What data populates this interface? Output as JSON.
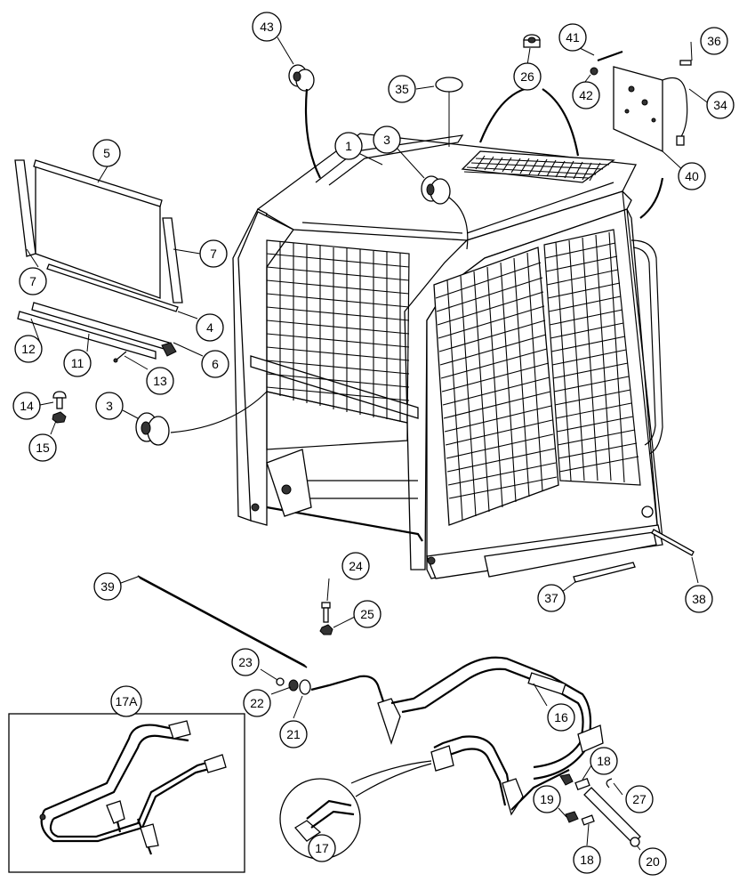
{
  "callouts": [
    {
      "id": "c43",
      "label": "43"
    },
    {
      "id": "c26",
      "label": "26"
    },
    {
      "id": "c41",
      "label": "41"
    },
    {
      "id": "c36",
      "label": "36"
    },
    {
      "id": "c35",
      "label": "35"
    },
    {
      "id": "c42",
      "label": "42"
    },
    {
      "id": "c34",
      "label": "34"
    },
    {
      "id": "c1",
      "label": "1"
    },
    {
      "id": "c3a",
      "label": "3"
    },
    {
      "id": "c5",
      "label": "5"
    },
    {
      "id": "c40",
      "label": "40"
    },
    {
      "id": "c7a",
      "label": "7"
    },
    {
      "id": "c7b",
      "label": "7"
    },
    {
      "id": "c4",
      "label": "4"
    },
    {
      "id": "c12",
      "label": "12"
    },
    {
      "id": "c11",
      "label": "11"
    },
    {
      "id": "c6",
      "label": "6"
    },
    {
      "id": "c13",
      "label": "13"
    },
    {
      "id": "c14",
      "label": "14"
    },
    {
      "id": "c3b",
      "label": "3"
    },
    {
      "id": "c15",
      "label": "15"
    },
    {
      "id": "c24",
      "label": "24"
    },
    {
      "id": "c39",
      "label": "39"
    },
    {
      "id": "c25",
      "label": "25"
    },
    {
      "id": "c37",
      "label": "37"
    },
    {
      "id": "c38",
      "label": "38"
    },
    {
      "id": "c23",
      "label": "23"
    },
    {
      "id": "c22",
      "label": "22"
    },
    {
      "id": "c21",
      "label": "21"
    },
    {
      "id": "c16",
      "label": "16"
    },
    {
      "id": "c17A",
      "label": "17A"
    },
    {
      "id": "c18a",
      "label": "18"
    },
    {
      "id": "c27",
      "label": "27"
    },
    {
      "id": "c19",
      "label": "19"
    },
    {
      "id": "c18b",
      "label": "18"
    },
    {
      "id": "c20",
      "label": "20"
    },
    {
      "id": "c17",
      "label": "17"
    }
  ]
}
